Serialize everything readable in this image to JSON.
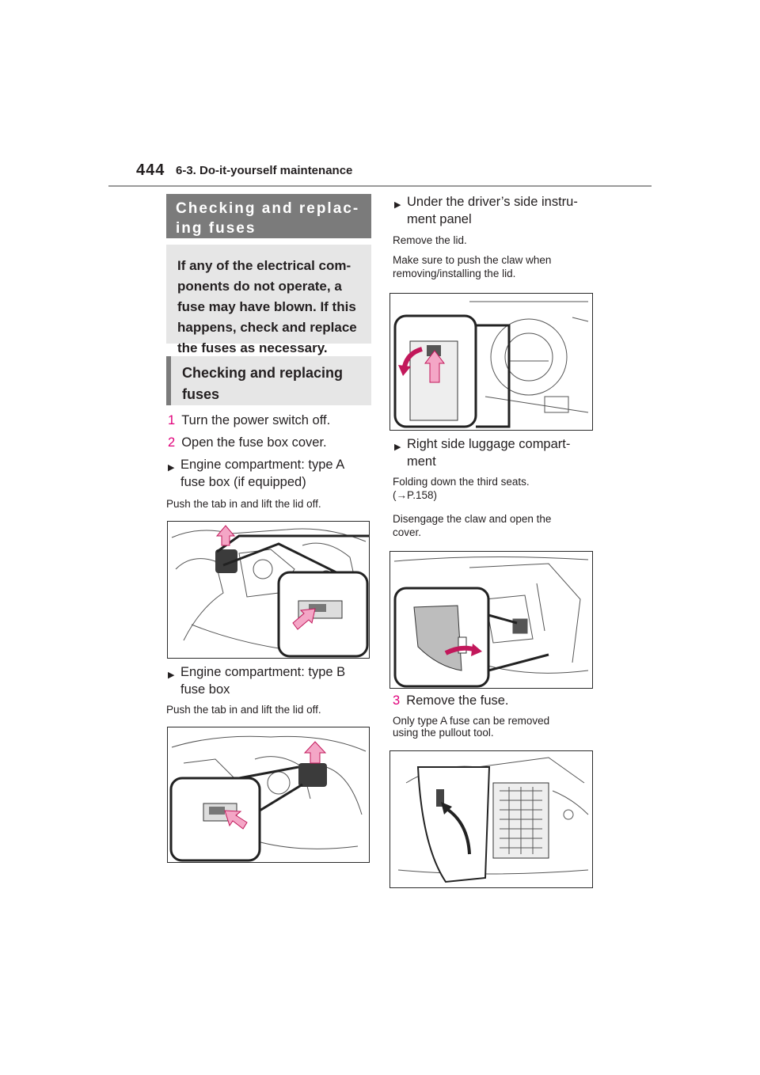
{
  "header": {
    "page_number": "444",
    "section": "6-3. Do-it-yourself maintenance"
  },
  "left": {
    "main_heading": "Checking and replac-\ning fuses",
    "intro": "If any of the electrical com-\nponents do not operate, a\nfuse may have blown. If this\nhappens, check and replace\nthe fuses as necessary.",
    "sub_heading": "Checking and replacing\nfuses",
    "step1": {
      "num": "1",
      "text": "Turn the power switch off."
    },
    "step2": {
      "num": "2",
      "text": "Open the fuse box cover."
    },
    "bullet_a": "Engine compartment: type A\nfuse box (if equipped)",
    "note_a": "Push the tab in and lift the lid off.",
    "bullet_b": "Engine compartment: type B\nfuse box",
    "note_b": "Push the tab in and lift the lid off."
  },
  "right": {
    "bullet_c": "Under the driver’s side instru-\nment panel",
    "note_c1": "Remove the lid.",
    "note_c2": "Make sure to push the claw when\nremoving/installing the lid.",
    "bullet_d": "Right side luggage compart-\nment",
    "note_d1": "Folding down the third seats.\n(→P.158)",
    "note_d2": "Disengage the claw and open the\ncover.",
    "step3": {
      "num": "3",
      "text": "Remove the fuse."
    },
    "note_e": "Only type A fuse can be removed\nusing the pullout tool."
  },
  "colors": {
    "accent_pink": "#e0007a",
    "arrow_pink": "#f4a6c6",
    "heading_gray": "#7b7b7b",
    "box_gray": "#e6e6e6"
  },
  "icons": [
    "bullet-triangle-icon",
    "arrow-up-icon",
    "arrow-curved-icon"
  ]
}
